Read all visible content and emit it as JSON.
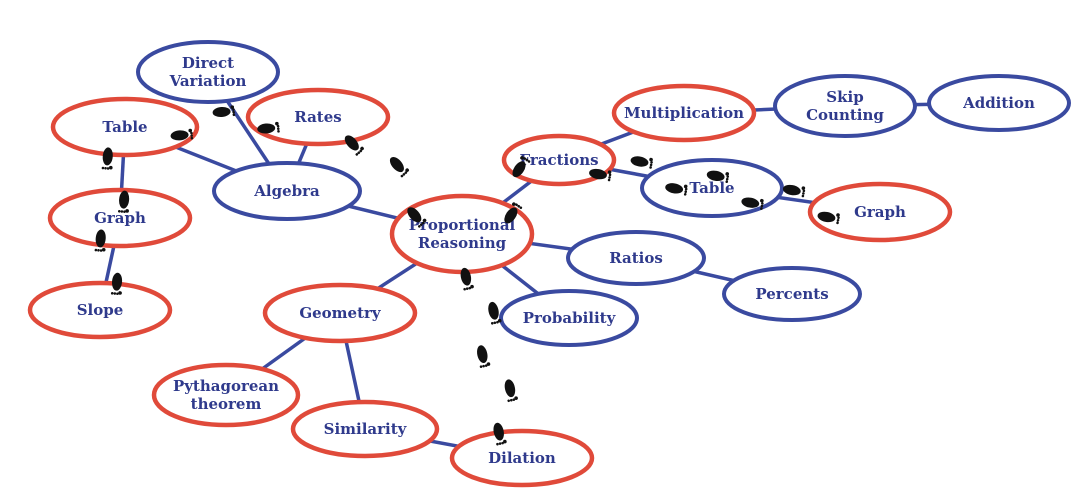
{
  "colors": {
    "link": "#3a4aa0",
    "red_node": "#e04a3a",
    "blue_node": "#3a4aa0",
    "label": "#2f3a8c",
    "footprint": "#111111"
  },
  "nodes": [
    {
      "id": "direct-variation",
      "lines": [
        "Direct",
        "Variation"
      ],
      "style": "blue"
    },
    {
      "id": "table-left",
      "lines": [
        "Table"
      ],
      "style": "red"
    },
    {
      "id": "rates",
      "lines": [
        "Rates"
      ],
      "style": "red"
    },
    {
      "id": "algebra",
      "lines": [
        "Algebra"
      ],
      "style": "blue"
    },
    {
      "id": "graph-left",
      "lines": [
        "Graph"
      ],
      "style": "red"
    },
    {
      "id": "slope",
      "lines": [
        "Slope"
      ],
      "style": "red"
    },
    {
      "id": "proportional-reasoning",
      "lines": [
        "Proportional",
        "Reasoning"
      ],
      "style": "red"
    },
    {
      "id": "geometry",
      "lines": [
        "Geometry"
      ],
      "style": "red"
    },
    {
      "id": "pythagorean-theorem",
      "lines": [
        "Pythagorean",
        "theorem"
      ],
      "style": "red"
    },
    {
      "id": "similarity",
      "lines": [
        "Similarity"
      ],
      "style": "red"
    },
    {
      "id": "dilation",
      "lines": [
        "Dilation"
      ],
      "style": "red"
    },
    {
      "id": "fractions",
      "lines": [
        "Fractions"
      ],
      "style": "red"
    },
    {
      "id": "multiplication",
      "lines": [
        "Multiplication"
      ],
      "style": "red"
    },
    {
      "id": "skip-counting",
      "lines": [
        "Skip",
        "Counting"
      ],
      "style": "blue"
    },
    {
      "id": "addition",
      "lines": [
        "Addition"
      ],
      "style": "blue"
    },
    {
      "id": "table-right",
      "lines": [
        "Table"
      ],
      "style": "blue"
    },
    {
      "id": "graph-right",
      "lines": [
        "Graph"
      ],
      "style": "red"
    },
    {
      "id": "ratios",
      "lines": [
        "Ratios"
      ],
      "style": "blue"
    },
    {
      "id": "percents",
      "lines": [
        "Percents"
      ],
      "style": "blue"
    },
    {
      "id": "probability",
      "lines": [
        "Probability"
      ],
      "style": "blue"
    }
  ],
  "links": [
    [
      "direct-variation",
      "algebra"
    ],
    [
      "table-left",
      "algebra"
    ],
    [
      "table-left",
      "graph-left"
    ],
    [
      "graph-left",
      "slope"
    ],
    [
      "rates",
      "algebra"
    ],
    [
      "algebra",
      "proportional-reasoning"
    ],
    [
      "proportional-reasoning",
      "geometry"
    ],
    [
      "geometry",
      "pythagorean-theorem"
    ],
    [
      "geometry",
      "similarity"
    ],
    [
      "similarity",
      "dilation"
    ],
    [
      "proportional-reasoning",
      "fractions"
    ],
    [
      "fractions",
      "multiplication"
    ],
    [
      "multiplication",
      "skip-counting"
    ],
    [
      "skip-counting",
      "addition"
    ],
    [
      "fractions",
      "table-right"
    ],
    [
      "table-right",
      "graph-right"
    ],
    [
      "proportional-reasoning",
      "ratios"
    ],
    [
      "ratios",
      "percents"
    ],
    [
      "proportional-reasoning",
      "probability"
    ]
  ],
  "footprints": [
    {
      "from": "table-left",
      "to": "rates"
    },
    {
      "from": "table-left",
      "to": "slope"
    },
    {
      "from": "rates",
      "to": "proportional-reasoning"
    },
    {
      "from": "proportional-reasoning",
      "to": "fractions"
    },
    {
      "from": "fractions",
      "to": "graph-right"
    },
    {
      "from": "proportional-reasoning",
      "to": "dilation"
    }
  ]
}
